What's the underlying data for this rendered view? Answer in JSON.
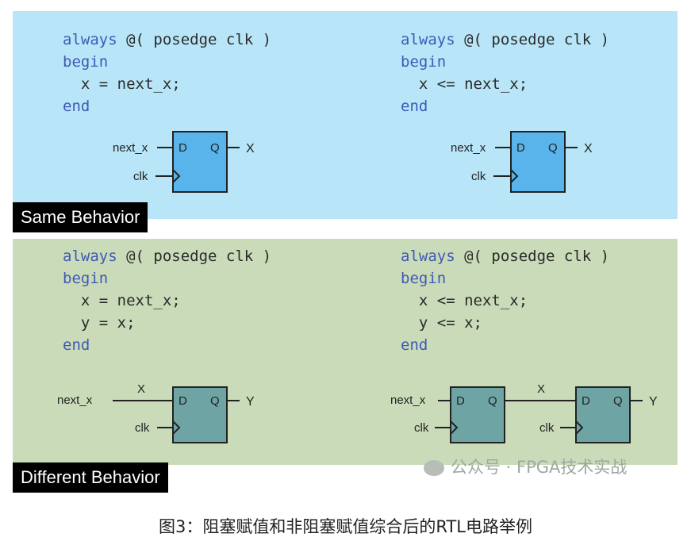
{
  "top_panel": {
    "label": "Same Behavior",
    "left_code": {
      "l1_kw": "always",
      "l1_rest": " @( posedge clk )",
      "l2": "begin",
      "l3": "  x = next_x;",
      "l4": "end"
    },
    "right_code": {
      "l1_kw": "always",
      "l1_rest": " @( posedge clk )",
      "l2": "begin",
      "l3": "  x <= next_x;",
      "l4": "end"
    },
    "left_diagram": {
      "input": "next_x",
      "clock": "clk",
      "d": "D",
      "q": "Q",
      "output": "X"
    },
    "right_diagram": {
      "input": "next_x",
      "clock": "clk",
      "d": "D",
      "q": "Q",
      "output": "X"
    }
  },
  "bottom_panel": {
    "label": "Different Behavior",
    "left_code": {
      "l1_kw": "always",
      "l1_rest": " @( posedge clk )",
      "l2": "begin",
      "l3": "  x = next_x;",
      "l4": "  y = x;",
      "l5": "end"
    },
    "right_code": {
      "l1_kw": "always",
      "l1_rest": " @( posedge clk )",
      "l2": "begin",
      "l3": "  x <= next_x;",
      "l4": "  y <= x;",
      "l5": "end"
    },
    "left_diagram": {
      "input": "next_x",
      "wire": "X",
      "clock": "clk",
      "d": "D",
      "q": "Q",
      "output": "Y"
    },
    "right_diagram": {
      "input": "next_x",
      "wire": "X",
      "clock1": "clk",
      "clock2": "clk",
      "d1": "D",
      "q1": "Q",
      "d2": "D",
      "q2": "Q",
      "output": "Y"
    }
  },
  "watermark": "公众号 · FPGA技术实战",
  "caption": "图3：阻塞赋值和非阻塞赋值综合后的RTL电路举例",
  "colors": {
    "top_bg": "#b8e6f8",
    "bottom_bg": "#c9dbb8",
    "ff_top": "#5ab4ec",
    "ff_bottom": "#6fa4a4",
    "keyword": "#4059b5"
  }
}
